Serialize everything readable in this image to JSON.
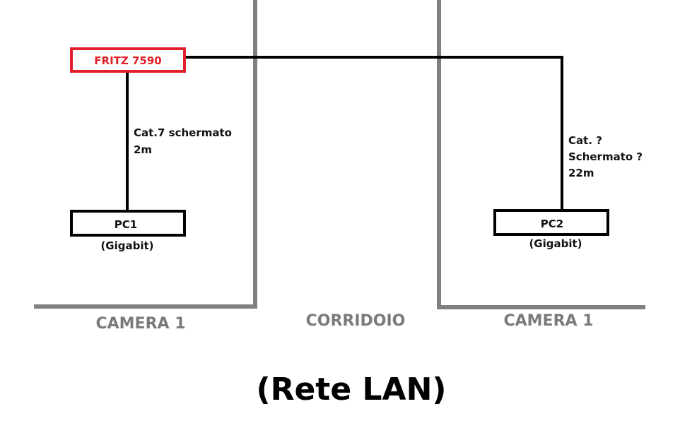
{
  "colors": {
    "wall": "#808080",
    "cable": "#000000",
    "router_border": "#e0202a",
    "router_text": "#e0202a",
    "box_border": "#000000",
    "room_label": "#7a7a7a"
  },
  "router": {
    "label": "FRITZ 7590"
  },
  "pc1": {
    "label": "PC1",
    "sub": "(Gigabit)"
  },
  "pc2": {
    "label": "PC2",
    "sub": "(Gigabit)"
  },
  "cable1": {
    "line1": "Cat.7 schermato",
    "line2": "2m"
  },
  "cable2": {
    "line1": "Cat. ?",
    "line2": "Schermato ?",
    "line3": "22m"
  },
  "rooms": {
    "left": "CAMERA 1",
    "middle": "CORRIDOIO",
    "right": "CAMERA 1"
  },
  "caption": "(Rete LAN)"
}
